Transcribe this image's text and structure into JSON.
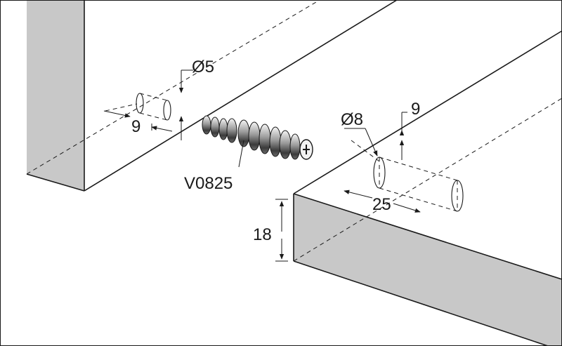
{
  "labels": {
    "hole_top_diameter": "Ø5",
    "hole_top_depth": "9",
    "part_number": "V0825",
    "hole_panel_diameter": "Ø8",
    "hole_panel_offset": "9",
    "hole_panel_depth": "25",
    "panel_thickness": "18"
  },
  "colors": {
    "panel_face": "#c8c8c8",
    "panel_top": "#ffffff",
    "line": "#1a1a1a",
    "dowel_dark": "#3a3a3a",
    "dowel_light": "#f2f2f2"
  }
}
